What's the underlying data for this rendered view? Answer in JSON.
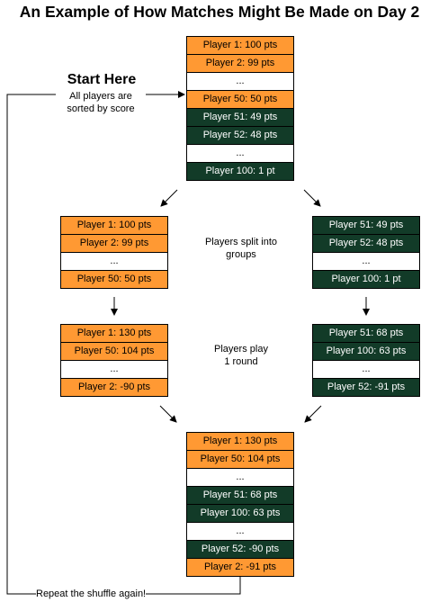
{
  "title": "An Example of How Matches Might Be Made on Day 2",
  "start": {
    "title": "Start Here",
    "subtitle_line1": "All players are",
    "subtitle_line2": "sorted by score"
  },
  "top_stack": [
    {
      "text": "Player 1: 100 pts",
      "color": "orange"
    },
    {
      "text": "Player 2: 99 pts",
      "color": "orange"
    },
    {
      "text": "...",
      "color": "white"
    },
    {
      "text": "Player 50: 50 pts",
      "color": "orange"
    },
    {
      "text": "Player 51: 49 pts",
      "color": "green"
    },
    {
      "text": "Player 52: 48 pts",
      "color": "green"
    },
    {
      "text": "...",
      "color": "white"
    },
    {
      "text": "Player 100: 1 pt",
      "color": "green"
    }
  ],
  "split_left": [
    {
      "text": "Player 1: 100 pts",
      "color": "orange"
    },
    {
      "text": "Player 2: 99 pts",
      "color": "orange"
    },
    {
      "text": "...",
      "color": "white"
    },
    {
      "text": "Player 50: 50 pts",
      "color": "orange"
    }
  ],
  "split_right": [
    {
      "text": "Player 51: 49 pts",
      "color": "green"
    },
    {
      "text": "Player 52: 48 pts",
      "color": "green"
    },
    {
      "text": "...",
      "color": "white"
    },
    {
      "text": "Player 100: 1 pt",
      "color": "green"
    }
  ],
  "split_label_line1": "Players split into",
  "split_label_line2": "groups",
  "round_left": [
    {
      "text": "Player 1: 130 pts",
      "color": "orange"
    },
    {
      "text": "Player 50: 104 pts",
      "color": "orange"
    },
    {
      "text": "...",
      "color": "white"
    },
    {
      "text": "Player 2: -90 pts",
      "color": "orange"
    }
  ],
  "round_right": [
    {
      "text": "Player 51: 68 pts",
      "color": "green"
    },
    {
      "text": "Player 100: 63 pts",
      "color": "green"
    },
    {
      "text": "...",
      "color": "white"
    },
    {
      "text": "Player 52: -91 pts",
      "color": "green"
    }
  ],
  "round_label_line1": "Players play",
  "round_label_line2": "1 round",
  "bottom_stack": [
    {
      "text": "Player 1: 130 pts",
      "color": "orange"
    },
    {
      "text": "Player 50: 104 pts",
      "color": "orange"
    },
    {
      "text": "...",
      "color": "white"
    },
    {
      "text": "Player 51: 68 pts",
      "color": "green"
    },
    {
      "text": "Player 100: 63 pts",
      "color": "green"
    },
    {
      "text": "...",
      "color": "white"
    },
    {
      "text": "Player 52: -90 pts",
      "color": "green"
    },
    {
      "text": "Player 2: -91 pts",
      "color": "orange"
    }
  ],
  "repeat_label": "Repeat the shuffle again!",
  "colors": {
    "orange": "#ff9933",
    "green": "#123b28"
  }
}
